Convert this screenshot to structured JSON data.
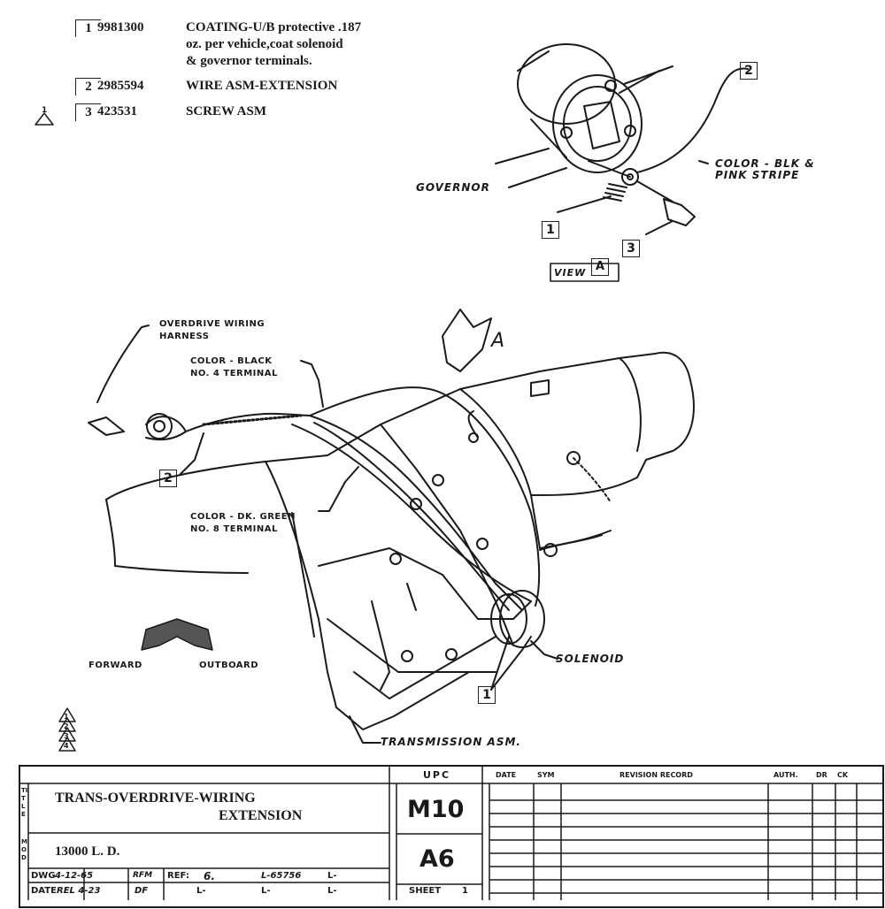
{
  "parts_list": [
    {
      "item": "1",
      "part_no": "9981300",
      "description": [
        "COATING-U/B protective .187",
        "oz. per vehicle,coat solenoid",
        "& governor terminals."
      ],
      "flag": ""
    },
    {
      "item": "2",
      "part_no": "2985594",
      "description": [
        "WIRE ASM-EXTENSION"
      ],
      "flag": ""
    },
    {
      "item": "3",
      "part_no": "423531",
      "description": [
        "SCREW ASM"
      ],
      "flag": "1"
    }
  ],
  "view_a": {
    "governor_label": "GOVERNOR",
    "color_label_1": "COLOR - BLK &",
    "color_label_2": "PINK STRIPE",
    "callout_2": "2",
    "callout_1": "1",
    "callout_3": "3",
    "view_word": "VIEW",
    "view_letter": "A"
  },
  "main_view": {
    "harness_label_1": "OVERDRIVE WIRING",
    "harness_label_2": "HARNESS",
    "black_label_1": "COLOR - BLACK",
    "black_label_2": "NO. 4 TERMINAL",
    "green_label_1": "COLOR - DK. GREEN",
    "green_label_2": "NO. 8 TERMINAL",
    "view_arrow_letter": "A",
    "callout_2": "2",
    "callout_1": "1",
    "solenoid_label": "SOLENOID",
    "transmission_label": "TRANSMISSION ASM.",
    "forward_label": "FORWARD",
    "outboard_label": "OUTBOARD"
  },
  "revision_flags": [
    "1",
    "2",
    "3",
    "4"
  ],
  "title_block": {
    "upc_header": "UPC",
    "title_line_1": "TRANS-OVERDRIVE-WIRING",
    "title_line_2": "EXTENSION",
    "title_side": "TITLE",
    "model_side": "MOD",
    "model": "13000 L. D.",
    "upc_code": "M10",
    "sub_code": "A6",
    "dwg_label": "DWG",
    "dwg_date": "4-12-65",
    "dwg_init": "RFM",
    "date_label": "DATE",
    "date_value": "REL 4-23",
    "date_init": "DF",
    "ref_label": "REF:",
    "ref_value": "6.",
    "ref_l1": "L-65756",
    "ref_l2": "L-",
    "ref_l3": "L-",
    "ref_l4": "L-",
    "ref_l5": "L-",
    "sheet_label": "SHEET",
    "sheet_no": "1",
    "rev_headers": [
      "DATE",
      "SYM",
      "REVISION RECORD",
      "AUTH.",
      "DR",
      "CK"
    ]
  }
}
